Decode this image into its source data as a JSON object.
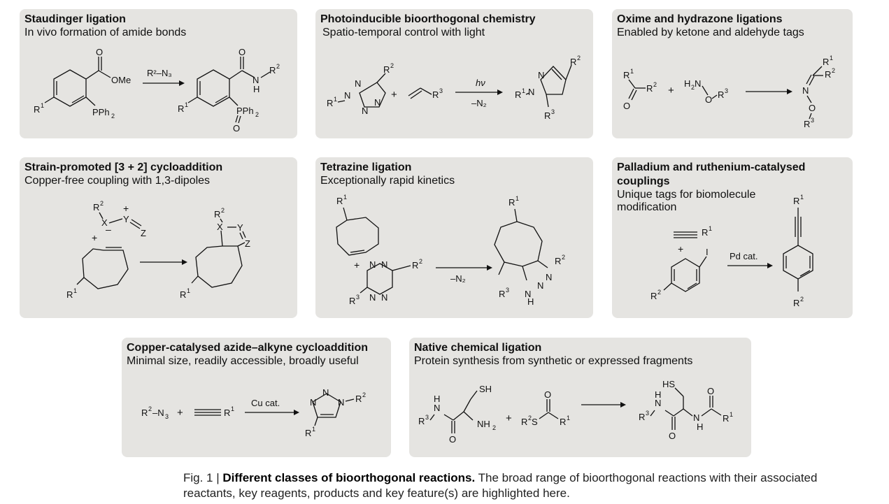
{
  "panels": [
    {
      "title": "Staudinger ligation",
      "subtitle": "In vivo formation of amide bonds"
    },
    {
      "title": "Photoinducible bioorthogonal chemistry",
      "subtitle": "Spatio-temporal control with light"
    },
    {
      "title": "Oxime and hydrazone ligations",
      "subtitle": "Enabled by ketone and aldehyde tags"
    },
    {
      "title": "Strain-promoted [3 + 2] cycloaddition",
      "subtitle": "Copper-free coupling with  1,3-dipoles"
    },
    {
      "title": "Tetrazine ligation",
      "subtitle": "Exceptionally rapid kinetics"
    },
    {
      "title": "Palladium and ruthenium-catalysed couplings",
      "subtitle": "Unique tags for biomolecule modification"
    },
    {
      "title": "Copper-catalysed azide–alkyne cycloaddition",
      "subtitle": "Minimal size, readily accessible, broadly useful"
    },
    {
      "title": "Native chemical ligation",
      "subtitle": "Protein synthesis from synthetic or expressed fragments"
    }
  ],
  "reagents": {
    "staudinger": "R²–N₃",
    "photo_top": "hν",
    "photo_bottom": "–N₂",
    "tetrazine": "–N₂",
    "palladium": "Pd cat.",
    "cuaac": "Cu cat."
  },
  "caption": {
    "prefix": "Fig. 1 | ",
    "bold": "Different classes of bioorthogonal reactions.",
    "text": " The broad range of bioorthogonal reactions with their associated reactants, key reagents, products and key feature(s) are highlighted here."
  }
}
